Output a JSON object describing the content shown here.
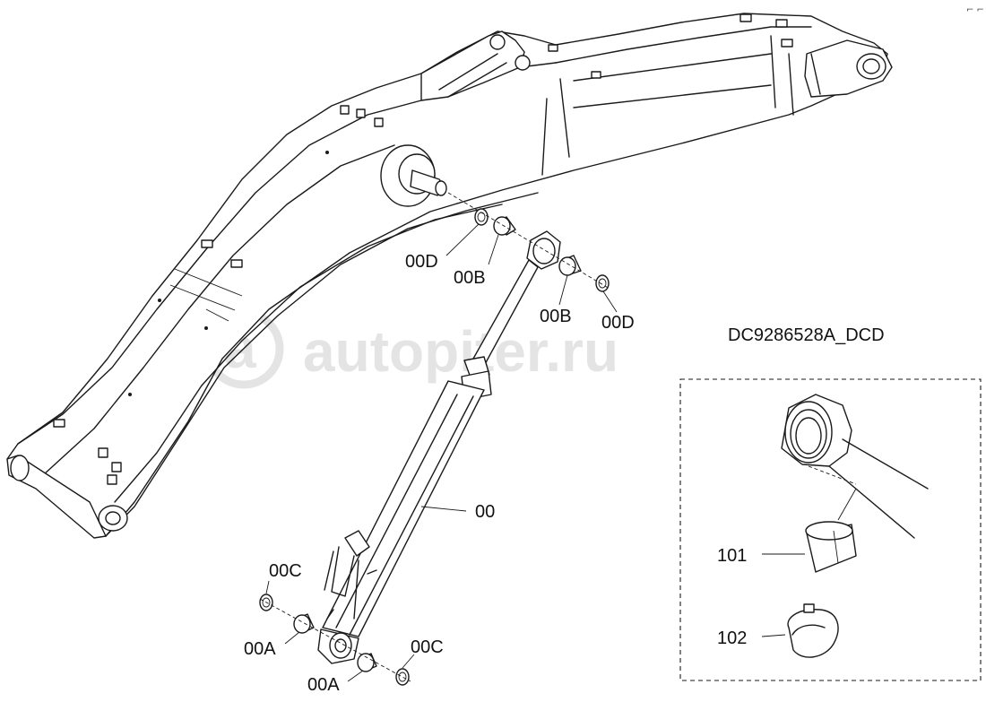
{
  "diagram": {
    "reference_code": "DC9286528A_DCD",
    "watermark": "autopiter.ru",
    "corner_mark": "⌐ ⌐",
    "callouts": {
      "cylinder": "00",
      "pin_bushing_left_top": "00D",
      "bushing_left_top": "00B",
      "bushing_right_top": "00B",
      "pin_bushing_right_top": "00D",
      "seal_bottom_left": "00C",
      "bushing_bottom_left": "00A",
      "bushing_bottom_right": "00A",
      "seal_bottom_right": "00C"
    },
    "detail_inset": {
      "bushing_label": "101",
      "clamp_label": "102"
    }
  }
}
